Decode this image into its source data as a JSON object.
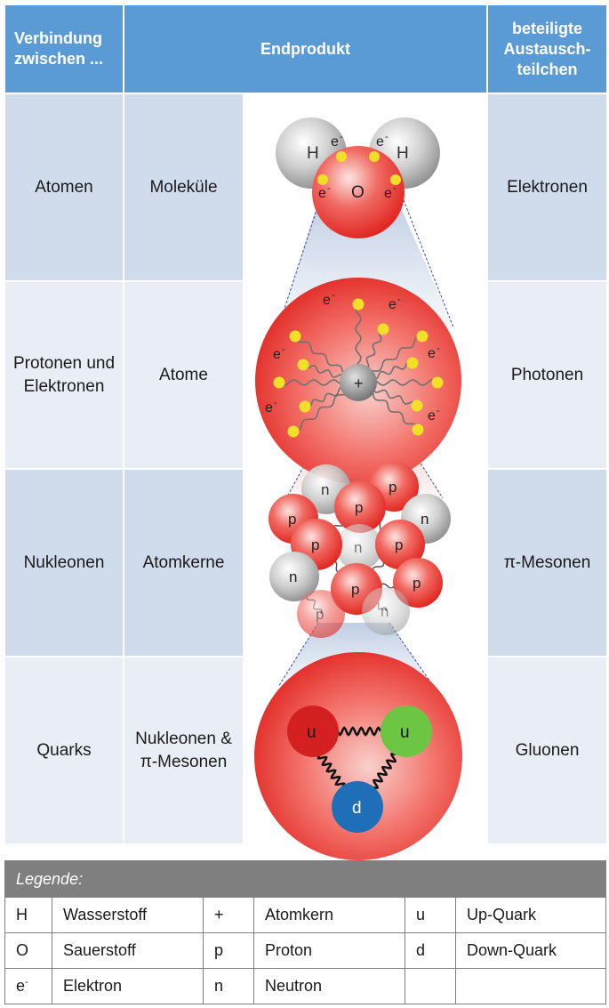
{
  "header": {
    "col1": "Verbindung zwischen ...",
    "col2": "Endprodukt",
    "col3": "beteiligte Austausch-teilchen"
  },
  "rows": [
    {
      "zwischen": "Atomen",
      "endprodukt": "Moleküle",
      "austausch": "Elektronen"
    },
    {
      "zwischen": "Protonen und Elektronen",
      "endprodukt": "Atome",
      "austausch": "Photonen"
    },
    {
      "zwischen": "Nukleonen",
      "endprodukt": "Atomkerne",
      "austausch": "π-Mesonen"
    },
    {
      "zwischen": "Quarks",
      "endprodukt": "Nukleonen & π-Mesonen",
      "austausch": "Gluonen"
    }
  ],
  "diagram_labels": {
    "hydrogen": "H",
    "oxygen": "O",
    "electron": "e",
    "electron_sup": "-",
    "nucleus": "+",
    "neutron": "n",
    "proton": "p",
    "up_quark": "u",
    "down_quark": "d"
  },
  "colors": {
    "header_blue": "#5b9bd5",
    "row_dark": "#d0dcec",
    "row_light": "#e9eef6",
    "red_sphere": "#e8322e",
    "grey_sphere": "#9a9a9a",
    "electron_yellow": "#f2e028",
    "up_quark_red": "#d42020",
    "up_quark_green": "#6cc644",
    "down_quark_blue": "#1f6fb8",
    "legend_grey": "#7f7f7f"
  },
  "legend": {
    "title": "Legende:",
    "items": [
      {
        "symbol": "H",
        "meaning": "Wasserstoff"
      },
      {
        "symbol": "+",
        "meaning": "Atomkern"
      },
      {
        "symbol": "u",
        "meaning": "Up-Quark"
      },
      {
        "symbol": "O",
        "meaning": "Sauerstoff"
      },
      {
        "symbol": "p",
        "meaning": "Proton"
      },
      {
        "symbol": "d",
        "meaning": "Down-Quark"
      },
      {
        "symbol": "e",
        "symbol_sup": "-",
        "meaning": "Elektron"
      },
      {
        "symbol": "n",
        "meaning": "Neutron"
      }
    ]
  }
}
